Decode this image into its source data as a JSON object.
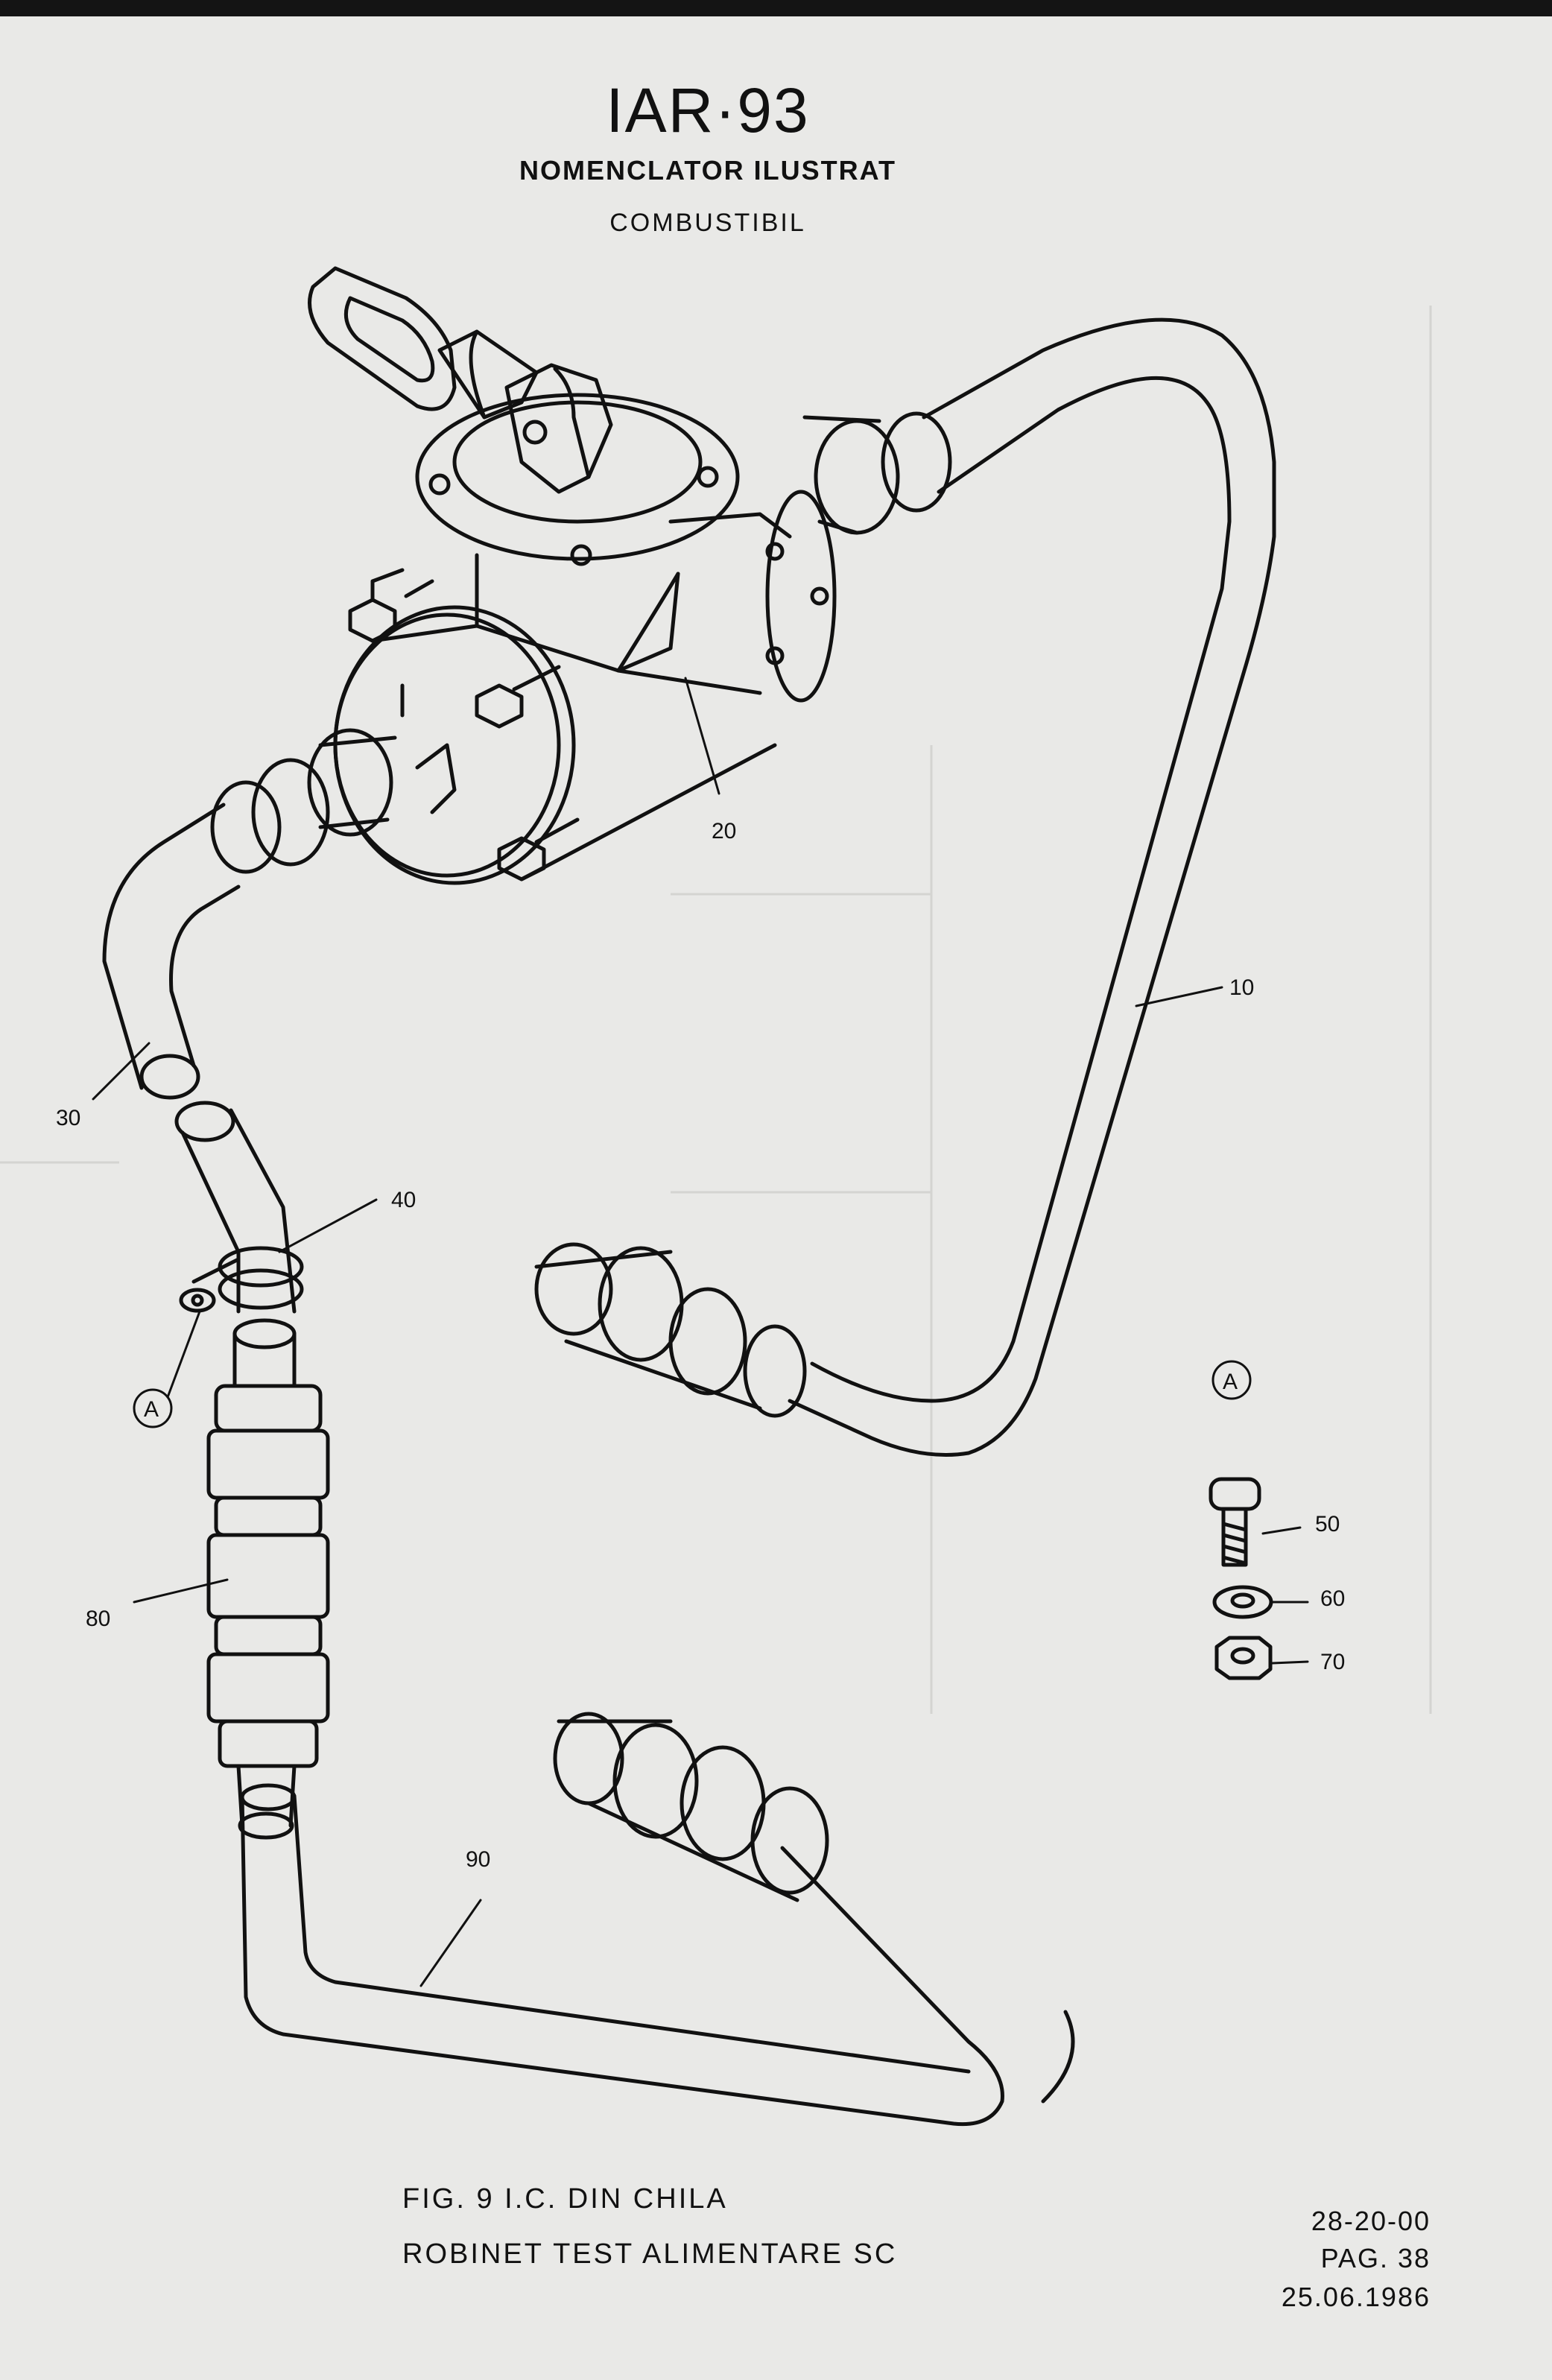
{
  "header": {
    "title": "IAR·93",
    "subtitle": "NOMENCLATOR ILUSTRAT",
    "section": "COMBUSTIBIL"
  },
  "callouts": {
    "c10": "10",
    "c20": "20",
    "c30": "30",
    "c40": "40",
    "c50": "50",
    "c60": "60",
    "c70": "70",
    "c80": "80",
    "c90": "90",
    "detail_a": "A",
    "detail_a_ref": "A"
  },
  "caption": {
    "line1": "FIG. 9 I.C. DIN CHILA",
    "line2": "ROBINET TEST ALIMENTARE SC"
  },
  "reference": {
    "chapter": "28-20-00",
    "page": "PAG. 38",
    "date": "25.06.1986"
  },
  "colors": {
    "paper": "#e9e9e7",
    "ink": "#111111"
  }
}
